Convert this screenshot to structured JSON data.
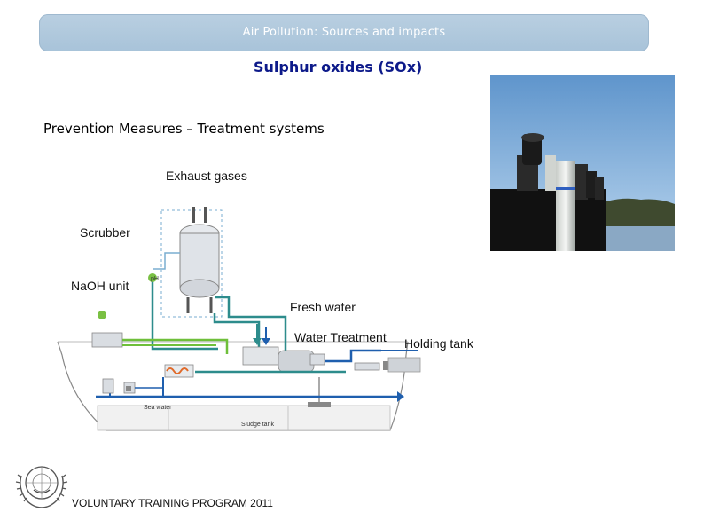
{
  "header": {
    "title": "Air Pollution: Sources and impacts"
  },
  "slide": {
    "title": "Sulphur oxides (SOx)",
    "subtitle": "Prevention Measures – Treatment systems"
  },
  "diagram": {
    "labels": {
      "exhaust": "Exhaust gases",
      "scrubber": "Scrubber",
      "naoh": "NaOH unit",
      "fresh_water": "Fresh water",
      "water_treatment": "Water Treatment",
      "holding_tank": "Holding tank",
      "sea_water": "Sea water",
      "sludge_tank": "Sludge tank",
      "ph": "pH"
    }
  },
  "footer": {
    "text": "VOLUNTARY TRAINING PROGRAM 2011"
  },
  "colors": {
    "title": "#0d1a8a",
    "header_bar": "#b3cadd",
    "pipe_teal": "#2d8c8c",
    "pipe_green": "#6fbf3a",
    "pipe_blue": "#1f5fae"
  }
}
